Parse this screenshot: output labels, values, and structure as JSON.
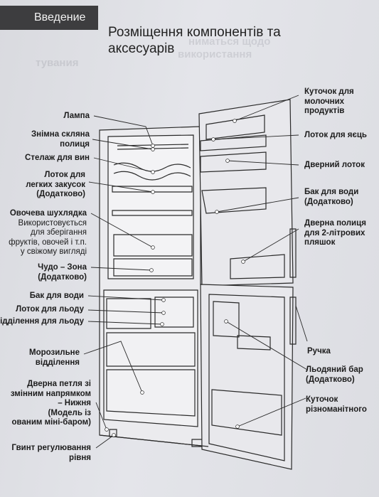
{
  "header": {
    "section_tab": "Введение"
  },
  "page": {
    "title_line1": "Розміщення компонентів та",
    "title_line2": "аксесуарів"
  },
  "labels_left": {
    "lamp": "Лампа",
    "glass_shelf_1": "Знімна скляна",
    "glass_shelf_2": "полиця",
    "wine_rack": "Стелаж для вин",
    "snack_tray_1": "Лоток для",
    "snack_tray_2": "легких закусок",
    "snack_tray_3": "(Додатково)",
    "veg_drawer_1": "Овочева шухлядка",
    "veg_drawer_2": "Використовується",
    "veg_drawer_3": "для зберігання",
    "veg_drawer_4": "фруктів, овочей і т.п.",
    "veg_drawer_5": "у свіжому вигляді",
    "wonder_zone_1": "Чудо – Зона",
    "wonder_zone_2": "(Додатково)",
    "water_tank": "Бак для води",
    "ice_tray_1": "Лоток для льоду",
    "ice_tray_2": "ідділення для льоду",
    "freezer_1": "Морозильне",
    "freezer_2": "відділення",
    "hinge_1": "Дверна петля зі",
    "hinge_2": "змінним напрямком",
    "hinge_3": "– Нижня",
    "hinge_4": "(Модель із",
    "hinge_5": "ованим міні-баром)",
    "level_screw_1": "Гвинт регулювання",
    "level_screw_2": "рівня"
  },
  "labels_right": {
    "dairy_1": "Куточок для",
    "dairy_2": "молочних",
    "dairy_3": "продуктів",
    "egg_tray": "Лоток для яєць",
    "door_tray": "Дверний лоток",
    "water_door_1": "Бак для води",
    "water_door_2": "(Додатково)",
    "bottle_shelf_1": "Дверна полиця",
    "bottle_shelf_2": "для 2-літрових",
    "bottle_shelf_3": "пляшок",
    "handle": "Ручка",
    "ice_bar_1": "Льодяний бар",
    "ice_bar_2": "(Додатково)",
    "misc_corner_1": "Куточок",
    "misc_corner_2": "різноманітного"
  },
  "ghost_text": {
    "line1": "ниматься щодо",
    "line2": "використання",
    "line3": "тувания"
  },
  "colors": {
    "tab_bg": "#3d3d3f",
    "line": "#2a2a2a",
    "fridge_fill": "#ebebee"
  }
}
